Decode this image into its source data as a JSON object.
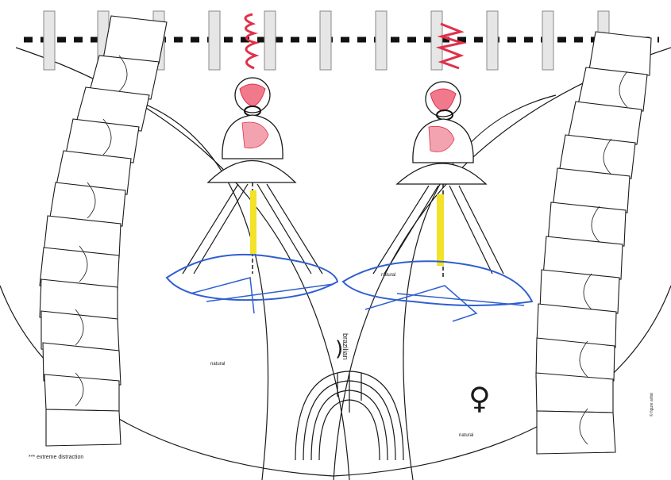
{
  "labels": {
    "bottom_left_note": "*** extreme distraction",
    "center_rotated": "brazilian",
    "small_left": "natural",
    "small_right": "natural",
    "small_center": "natural",
    "right_edge_signature": "© figure artist"
  },
  "symbols": {
    "venus": "♀",
    "moon": ")"
  },
  "colors": {
    "ink": "#1a1a1a",
    "blue": "#2f5fd0",
    "red": "#e0304a",
    "yellow": "#f2e22a",
    "tick": "#d0d0d0"
  }
}
